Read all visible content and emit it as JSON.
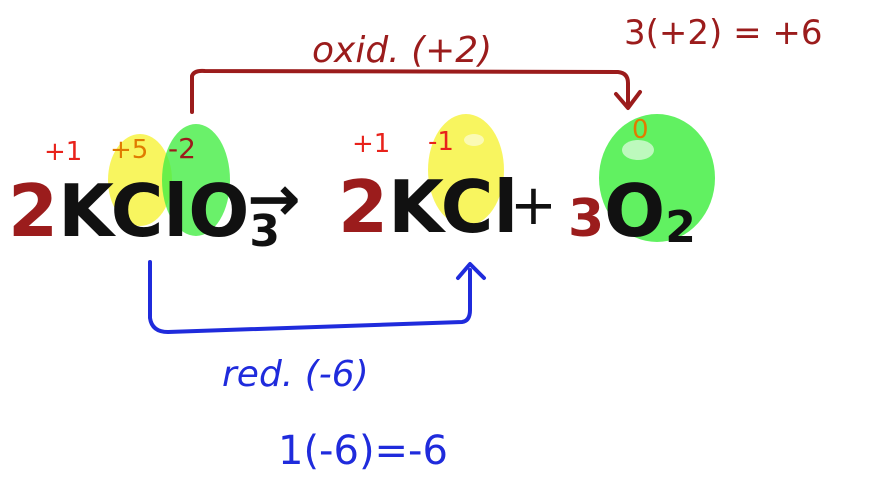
{
  "colors": {
    "background": "#ffffff",
    "red_ink": "#9b1c1c",
    "bright_red": "#e8221b",
    "black_ink": "#111111",
    "blue_ink": "#1f2bdc",
    "orange_ink": "#e07b00",
    "yellow_highlight": "#f6f22a",
    "green_highlight": "#45ee45"
  },
  "reactant": {
    "coefficient": "2",
    "k": "K",
    "cl": "Cl",
    "o": "O",
    "o_subscript": "3",
    "ox_k": "+1",
    "ox_cl": "+5",
    "ox_o": "-2"
  },
  "arrow_glyph": "→",
  "product1": {
    "coefficient": "2",
    "k": "K",
    "cl": "Cl",
    "ox_k": "+1",
    "ox_cl": "-1"
  },
  "plus": "+",
  "product2": {
    "coefficient": "3",
    "o": "O",
    "subscript": "2",
    "ox_o": "0"
  },
  "oxidation": {
    "label": "oxid. (+2)",
    "calc": "3(+2) = +6"
  },
  "reduction": {
    "label": "red. (-6)",
    "calc": "1(-6)=-6"
  }
}
